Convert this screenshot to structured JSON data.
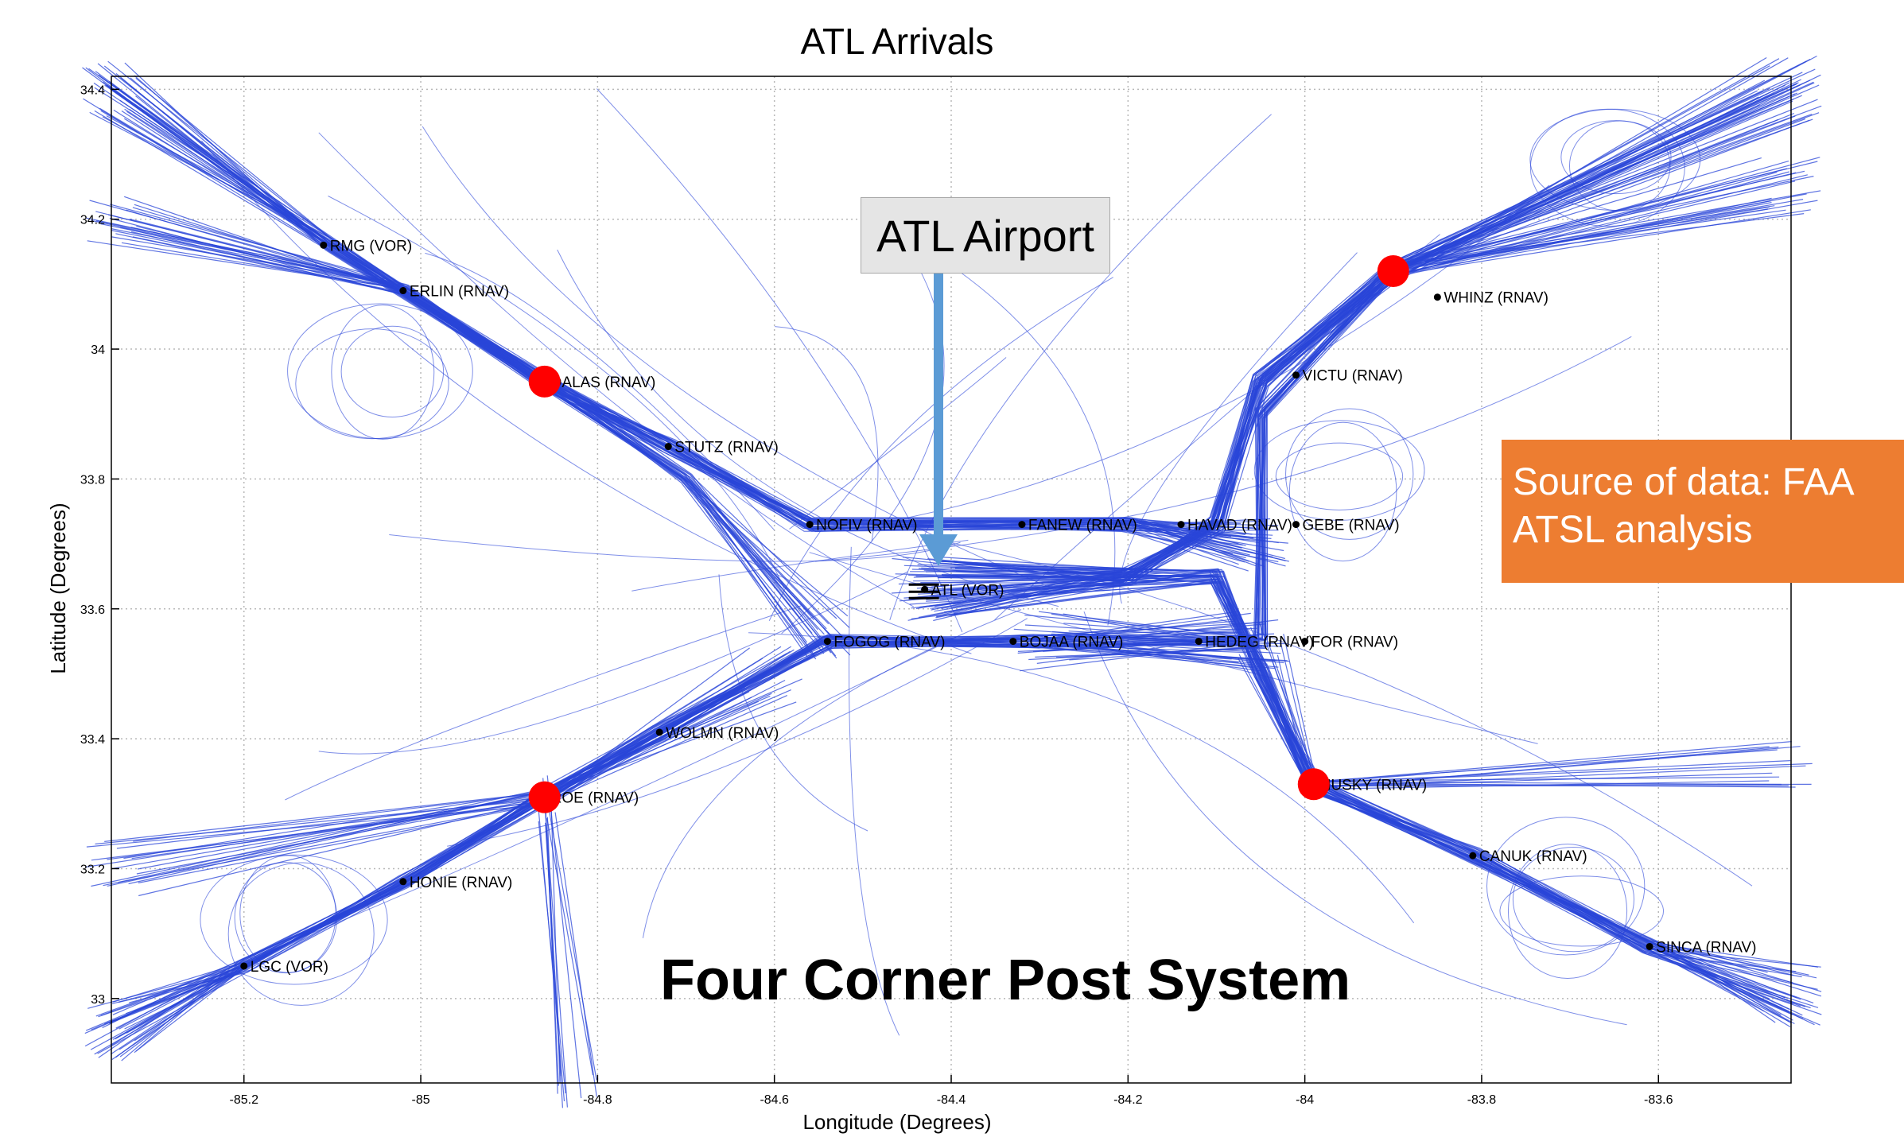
{
  "chart_data": {
    "type": "scatter",
    "title": "ATL Arrivals",
    "xlabel": "Longitude (Degrees)",
    "ylabel": "Latitude (Degrees)",
    "xlim": [
      -85.35,
      -83.45
    ],
    "ylim": [
      32.87,
      34.42
    ],
    "xticks": [
      -85.2,
      -85,
      -84.8,
      -84.6,
      -84.4,
      -84.2,
      -84,
      -83.8,
      -83.6
    ],
    "xtick_labels": [
      "-85.2",
      "-85",
      "-84.8",
      "-84.6",
      "-84.4",
      "-84.2",
      "-84",
      "-83.8",
      "-83.6"
    ],
    "yticks": [
      33,
      33.2,
      33.4,
      33.6,
      33.8,
      34,
      34.2,
      34.4
    ],
    "ytick_labels": [
      "33",
      "33.2",
      "33.4",
      "33.6",
      "33.8",
      "34",
      "34.2",
      "34.4"
    ],
    "grid": true,
    "track_color": "#2a45d8",
    "corner_post_color": "#ff0000",
    "waypoints": [
      {
        "label": "RMG (VOR)",
        "x": -85.11,
        "y": 34.16
      },
      {
        "label": "ERLIN (RNAV)",
        "x": -85.02,
        "y": 34.09
      },
      {
        "label": "DALAS (RNAV)",
        "x": -84.86,
        "y": 33.95
      },
      {
        "label": "STUTZ (RNAV)",
        "x": -84.72,
        "y": 33.85
      },
      {
        "label": "NOFIV (RNAV)",
        "x": -84.56,
        "y": 33.73
      },
      {
        "label": "FANEW (RNAV)",
        "x": -84.32,
        "y": 33.73
      },
      {
        "label": "HAVAD (RNAV)",
        "x": -84.14,
        "y": 33.73
      },
      {
        "label": "GEBE (RNAV)",
        "x": -84.01,
        "y": 33.73
      },
      {
        "label": "ATL (VOR)",
        "x": -84.43,
        "y": 33.63
      },
      {
        "label": "FOGOG (RNAV)",
        "x": -84.54,
        "y": 33.55
      },
      {
        "label": "BOJAA (RNAV)",
        "x": -84.33,
        "y": 33.55
      },
      {
        "label": "HEDEG (RNAV)",
        "x": -84.12,
        "y": 33.55
      },
      {
        "label": "FOR (RNAV)",
        "x": -84.0,
        "y": 33.55
      },
      {
        "label": "WOLMN (RNAV)",
        "x": -84.73,
        "y": 33.41
      },
      {
        "label": "ROE (RNAV)",
        "x": -84.86,
        "y": 33.31
      },
      {
        "label": "HONIE (RNAV)",
        "x": -85.02,
        "y": 33.18
      },
      {
        "label": "LGC (VOR)",
        "x": -85.2,
        "y": 33.05
      },
      {
        "label": "WHINZ (RNAV)",
        "x": -83.85,
        "y": 34.08
      },
      {
        "label": "VICTU (RNAV)",
        "x": -84.01,
        "y": 33.96
      },
      {
        "label": "HUSKY (RNAV)",
        "x": -83.99,
        "y": 33.33
      },
      {
        "label": "CANUK (RNAV)",
        "x": -83.81,
        "y": 33.22
      },
      {
        "label": "SINCA (RNAV)",
        "x": -83.61,
        "y": 33.08
      }
    ],
    "corner_posts": [
      {
        "x": -84.86,
        "y": 33.95
      },
      {
        "x": -83.9,
        "y": 34.12
      },
      {
        "x": -84.86,
        "y": 33.31
      },
      {
        "x": -83.99,
        "y": 33.33
      }
    ]
  },
  "annotations": {
    "airport_label": "ATL Airport",
    "source_label": "Source of data: FAA\nATSL analysis",
    "caption": "Four Corner Post System"
  }
}
